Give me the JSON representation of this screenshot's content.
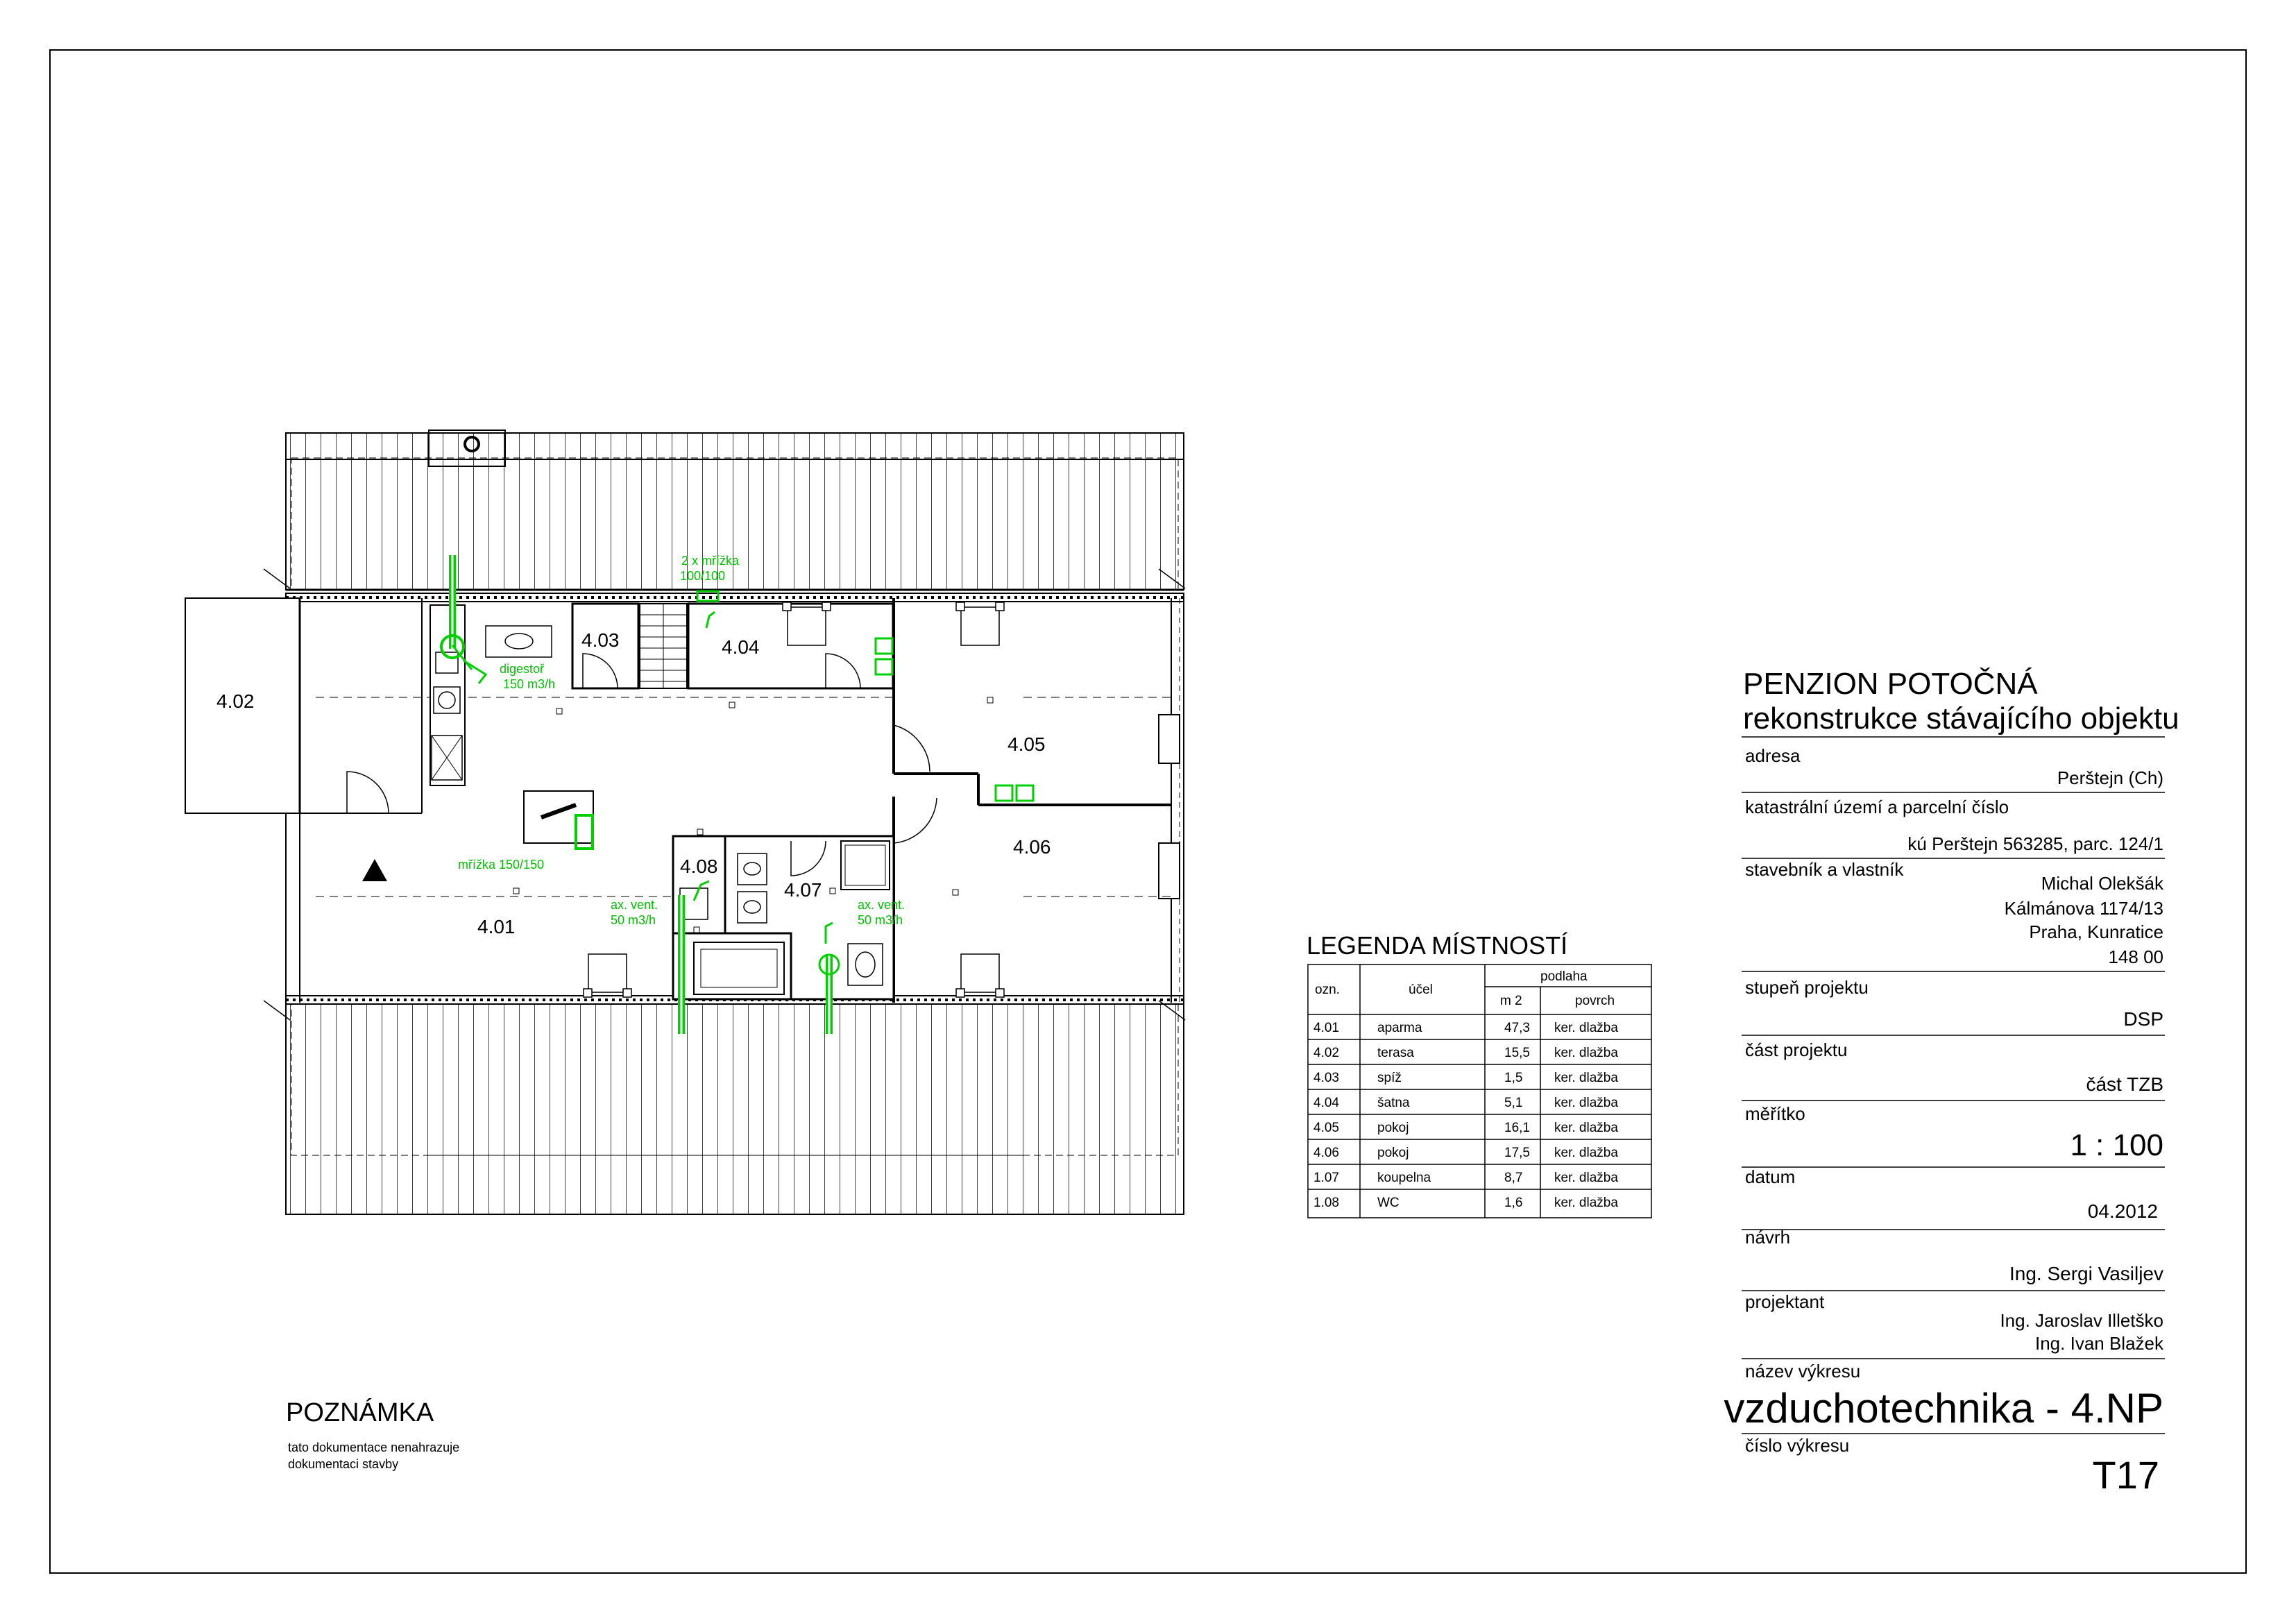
{
  "plan": {
    "rooms": [
      {
        "id": "4.02"
      },
      {
        "id": "4.03"
      },
      {
        "id": "4.04"
      },
      {
        "id": "4.05"
      },
      {
        "id": "4.06"
      },
      {
        "id": "4.08"
      },
      {
        "id": "4.07"
      },
      {
        "id": "4.01"
      }
    ],
    "annotations": {
      "grille_top_1": "2 x mřížka",
      "grille_top_2": "100/100",
      "hood_1": "digestoř",
      "hood_2": "150 m3/h",
      "grille_main": "mřížka 150/150",
      "axvent_left_1": "ax. vent.",
      "axvent_left_2": "50 m3/h",
      "axvent_right_1": "ax. vent.",
      "axvent_right_2": "50 m3/h"
    },
    "colors": {
      "duct": "#00d000",
      "line": "#000000"
    }
  },
  "legend": {
    "title": "LEGENDA MÍSTNOSTÍ",
    "headers": {
      "code": "ozn.",
      "purpose": "účel",
      "floor": "podlaha",
      "area": "m 2",
      "surface": "povrch"
    },
    "rows": [
      {
        "code": "4.01",
        "purpose": "aparma",
        "area": "47,3",
        "surface": "ker. dlažba"
      },
      {
        "code": "4.02",
        "purpose": "terasa",
        "area": "15,5",
        "surface": "ker. dlažba"
      },
      {
        "code": "4.03",
        "purpose": "spíž",
        "area": "1,5",
        "surface": "ker. dlažba"
      },
      {
        "code": "4.04",
        "purpose": "šatna",
        "area": "5,1",
        "surface": "ker. dlažba"
      },
      {
        "code": "4.05",
        "purpose": "pokoj",
        "area": "16,1",
        "surface": "ker. dlažba"
      },
      {
        "code": "4.06",
        "purpose": "pokoj",
        "area": "17,5",
        "surface": "ker. dlažba"
      },
      {
        "code": "1.07",
        "purpose": "koupelna",
        "area": "8,7",
        "surface": "ker. dlažba"
      },
      {
        "code": "1.08",
        "purpose": "WC",
        "area": "1,6",
        "surface": "ker. dlažba"
      }
    ]
  },
  "note": {
    "title": "POZNÁMKA",
    "line1": "tato dokumentace nenahrazuje",
    "line2": "dokumentaci stavby"
  },
  "titleblock": {
    "project": "PENZION POTOČNÁ",
    "subtitle": "rekonstrukce stávajícího objektu",
    "address_label": "adresa",
    "address": "Perštejn (Ch)",
    "cadastre_label": "katastrální území a parcelní číslo",
    "cadastre": "kú Perštejn 563285, parc. 124/1",
    "owner_label": "stavebník a vlastník",
    "owner_1": "Michal Olekšák",
    "owner_2": "Kálmánova 1174/13",
    "owner_3": "Praha, Kunratice",
    "owner_4": "148 00",
    "stage_label": "stupeň projektu",
    "stage": "DSP",
    "part_label": "část projektu",
    "part": "část TZB",
    "scale_label": "měřítko",
    "scale": "1 : 100",
    "date_label": "datum",
    "date": "04.2012",
    "design_label": "návrh",
    "design": "Ing. Sergi Vasiljev",
    "designer_label": "projektant",
    "designer_1": "Ing. Jaroslav Illetško",
    "designer_2": "Ing. Ivan Blažek",
    "drawing_name_label": "název výkresu",
    "drawing_name": "vzduchotechnika - 4.NP",
    "drawing_no_label": "číslo výkresu",
    "drawing_no": "T17"
  }
}
